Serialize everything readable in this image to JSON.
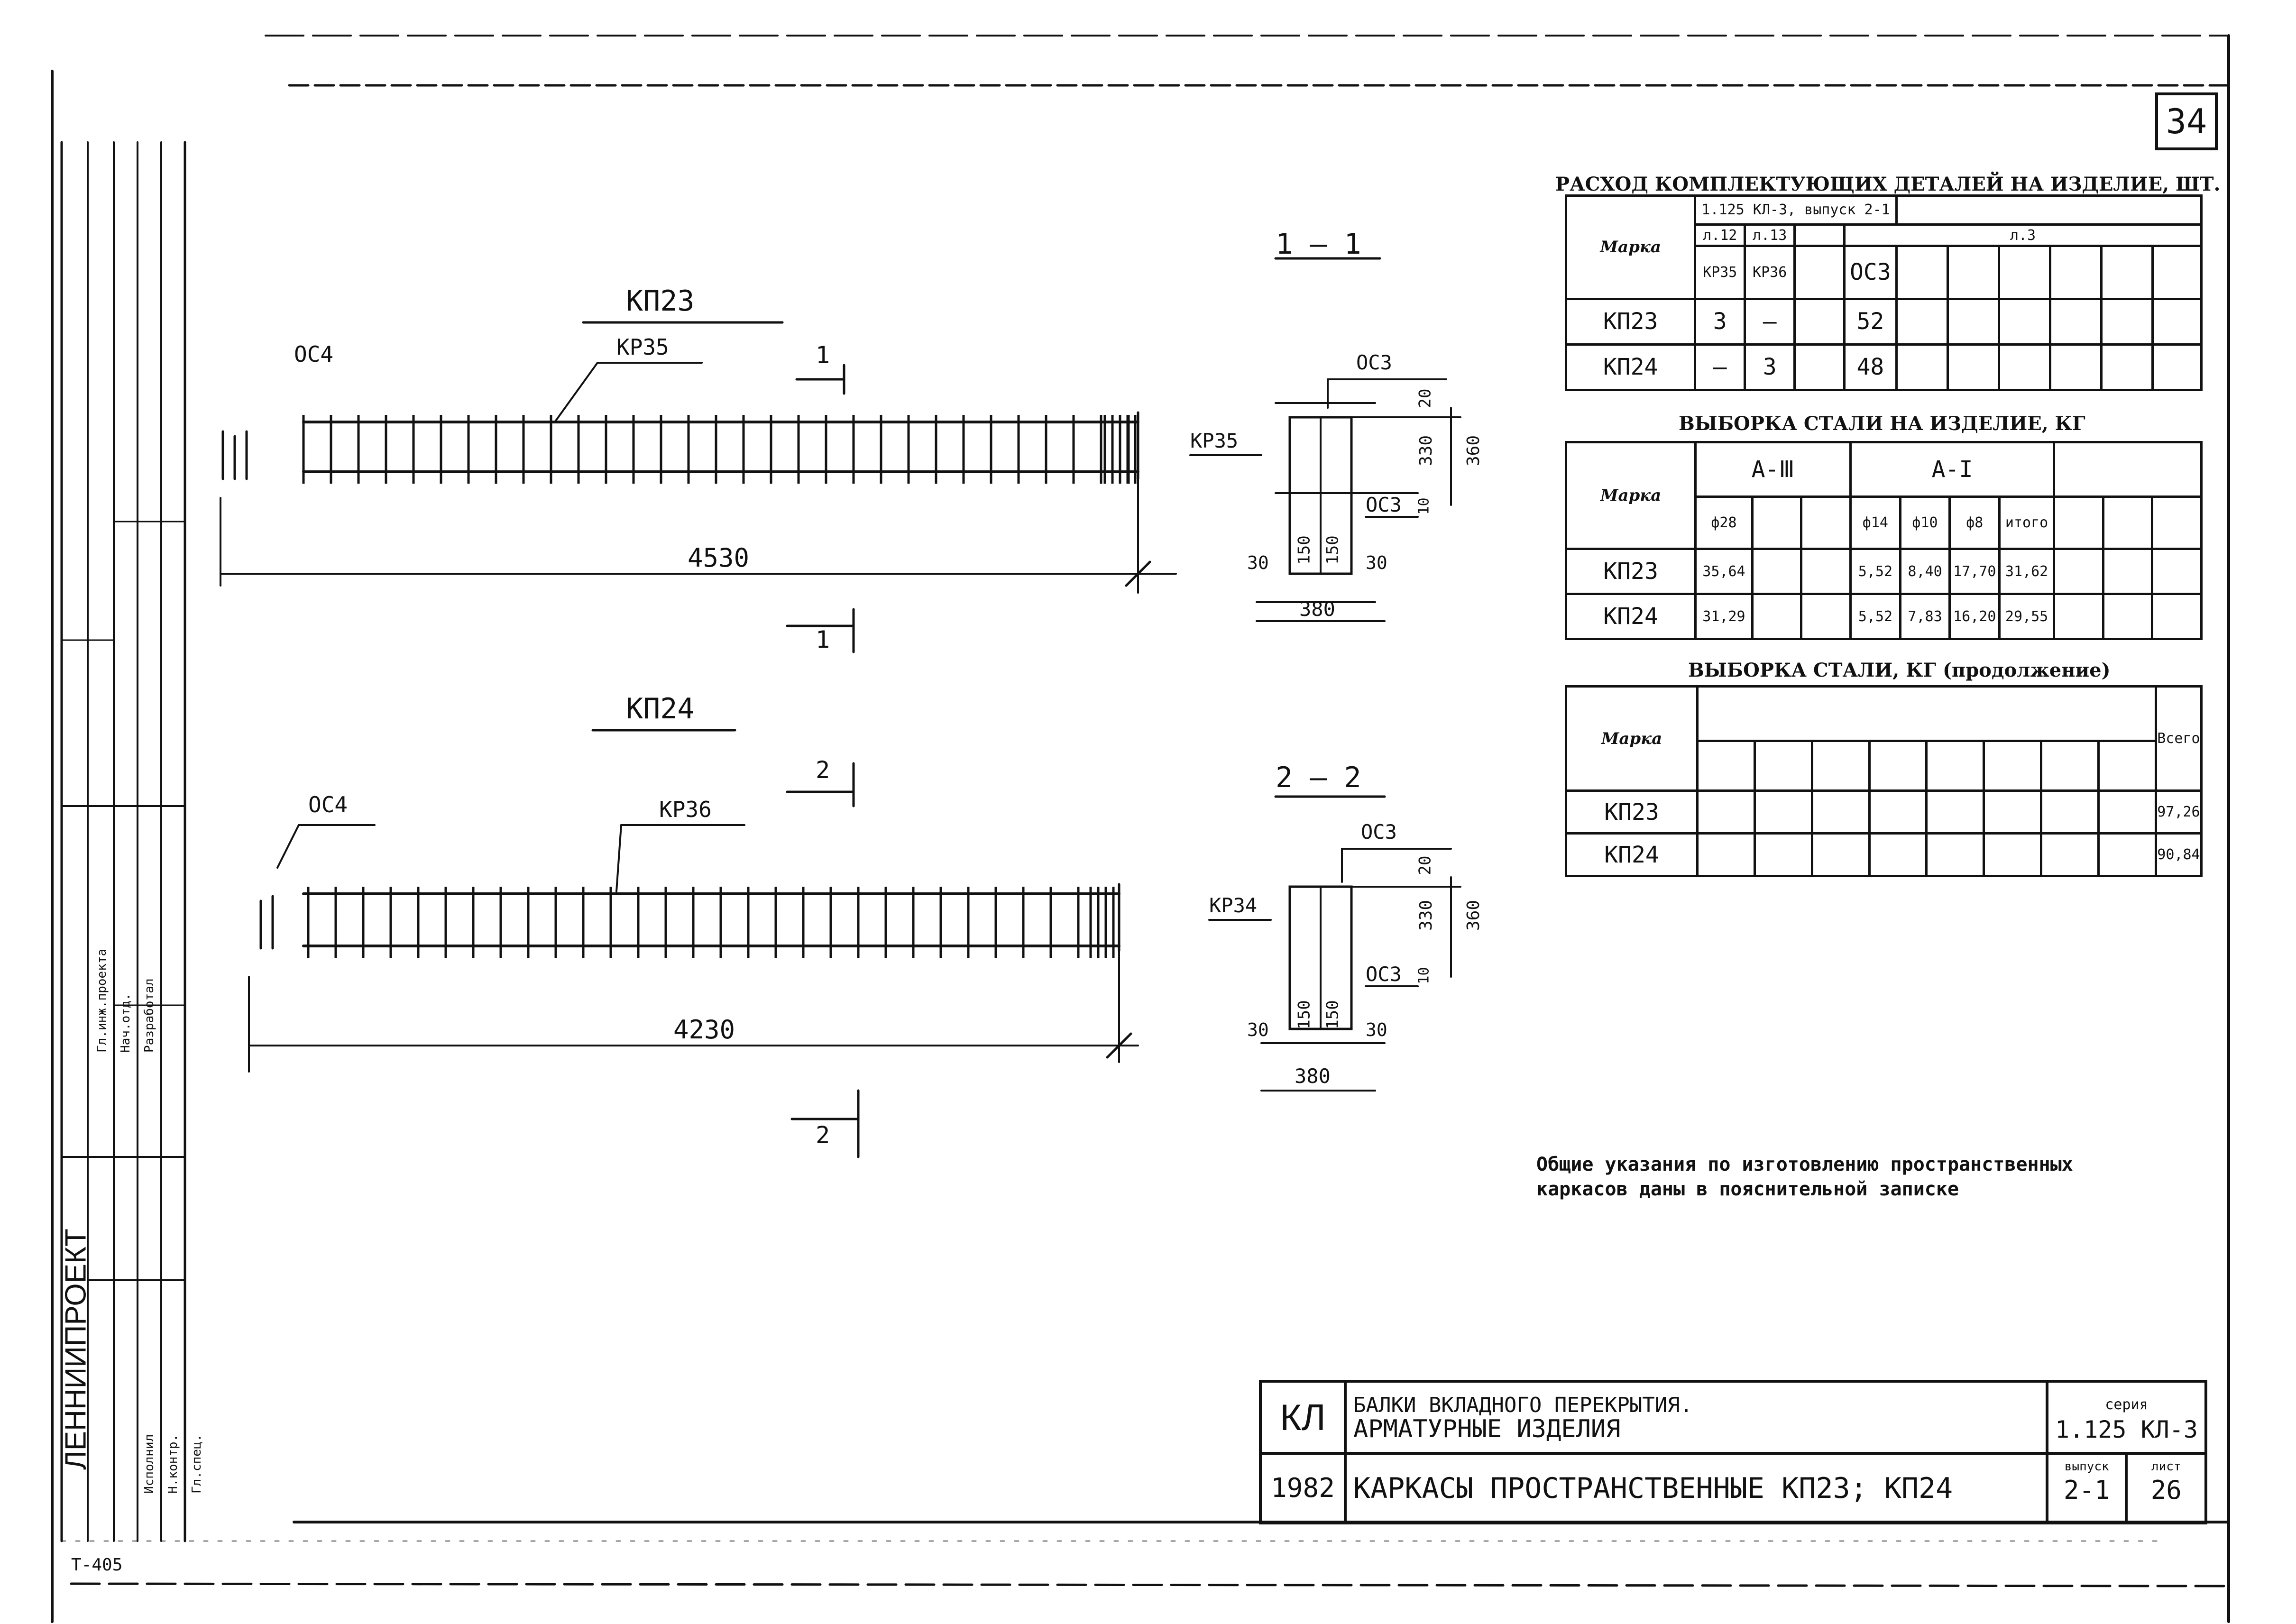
{
  "sheet_number": "34",
  "corner_note": "Т-405",
  "side_stamp": {
    "org": "ЛЕННИИПРОЕКТ",
    "rows": [
      "Гл.инж.проекта",
      "Нач.отд.",
      "Разработал",
      "Исполнил",
      "Н.контр.",
      "Гл.спец."
    ]
  },
  "views": {
    "kp23": {
      "title": "КП23",
      "stirrup_label": "КР35",
      "bar_label": "ОС4",
      "length": "4530",
      "section_mark": "1"
    },
    "kp24": {
      "title": "КП24",
      "stirrup_label": "КР36",
      "bar_label": "ОС4",
      "length": "4230",
      "section_mark": "2"
    }
  },
  "sections": {
    "s1": {
      "title": "1 — 1",
      "top_bar": "ОС3",
      "bottom_bar": "ОС3",
      "frame": "КР35",
      "dims": {
        "top": "20",
        "inner_h": "330",
        "total_h": "360",
        "bottom": "10",
        "w1": "30",
        "w2": "150",
        "w3": "150",
        "w4": "30",
        "total_w": "380"
      }
    },
    "s2": {
      "title": "2 — 2",
      "top_bar": "ОС3",
      "bottom_bar": "ОС3",
      "frame": "КР34",
      "dims": {
        "top": "20",
        "inner_h": "330",
        "total_h": "360",
        "bottom": "10",
        "w1": "30",
        "w2": "150",
        "w3": "150",
        "w4": "30",
        "total_w": "380"
      }
    }
  },
  "table1": {
    "title": "РАСХОД КОМПЛЕКТУЮЩИХ ДЕТАЛЕЙ НА ИЗДЕЛИЕ, ШТ.",
    "col_marka": "Марка",
    "group1": "1.125 КЛ-3, выпуск 2-1",
    "sub_a": "л.12",
    "sub_b": "л.13",
    "sub_c": "л.3",
    "cols": [
      "КР35",
      "КР36",
      "ОС3"
    ],
    "rows": [
      {
        "marka": "КП23",
        "c1": "3",
        "c2": "—",
        "c3": "52"
      },
      {
        "marka": "КП24",
        "c1": "—",
        "c2": "3",
        "c3": "48"
      }
    ]
  },
  "table2": {
    "title": "ВЫБОРКА СТАЛИ НА ИЗДЕЛИЕ, КГ",
    "col_marka": "Марка",
    "group_a3": "А-Ⅲ",
    "group_a1": "А-I",
    "cols": [
      "ф28",
      "ф14",
      "ф10",
      "ф8",
      "итого"
    ],
    "rows": [
      {
        "marka": "КП23",
        "d28": "35,64",
        "d14": "5,52",
        "d10": "8,40",
        "d8": "17,70",
        "total": "31,62"
      },
      {
        "marka": "КП24",
        "d28": "31,29",
        "d14": "5,52",
        "d10": "7,83",
        "d8": "16,20",
        "total": "29,55"
      }
    ]
  },
  "table3": {
    "title": "ВЫБОРКА СТАЛИ, КГ (продолжение)",
    "col_marka": "Марка",
    "col_total": "Всего",
    "rows": [
      {
        "marka": "КП23",
        "total": "97,26"
      },
      {
        "marka": "КП24",
        "total": "90,84"
      }
    ]
  },
  "note": {
    "line1": "Общие указания по изготовлению пространственных",
    "line2": "каркасов даны в пояснительной записке"
  },
  "title_block": {
    "code": "КЛ",
    "year": "1982",
    "line1": "БАЛКИ ВКЛАДНОГО ПЕРЕКРЫТИЯ.",
    "line2": "АРМАТУРНЫЕ ИЗДЕЛИЯ",
    "line3": "КАРКАСЫ ПРОСТРАНСТВЕННЫЕ КП23; КП24",
    "series_label": "серия",
    "series": "1.125 КЛ-3",
    "issue_label": "выпуск",
    "issue": "2-1",
    "sheet_label": "лист",
    "sheet": "26"
  }
}
